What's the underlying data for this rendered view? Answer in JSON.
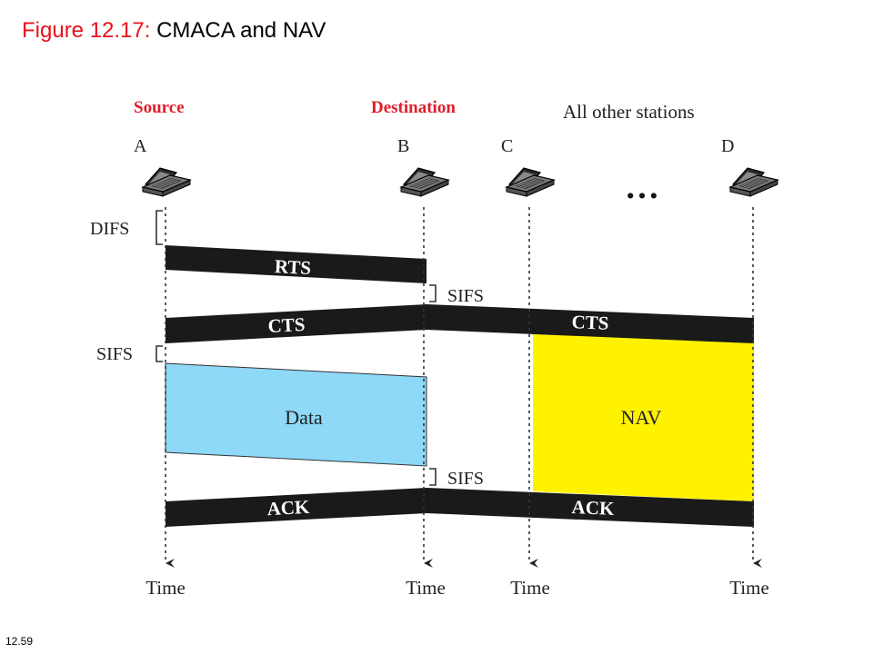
{
  "slide": {
    "figure_label": "Figure 12.17:",
    "figure_title": "CMACA and NAV",
    "page_number": "12.59"
  },
  "roles": {
    "source": "Source",
    "destination": "Destination",
    "others": "All other stations"
  },
  "stations": {
    "a": "A",
    "b": "B",
    "c": "C",
    "d": "D",
    "ellipsis": "…"
  },
  "intervals": {
    "difs": "DIFS",
    "sifs_1": "SIFS",
    "sifs_2": "SIFS",
    "sifs_3": "SIFS"
  },
  "frames": {
    "rts": "RTS",
    "cts_source": "CTS",
    "cts_others": "CTS",
    "data": "Data",
    "nav": "NAV",
    "ack_source": "ACK",
    "ack_others": "ACK"
  },
  "time_labels": {
    "a": "Time",
    "b": "Time",
    "c": "Time",
    "d": "Time"
  },
  "colors": {
    "title_red": "#e8101a",
    "role_red": "#e11d2a",
    "frame_black": "#1a1a1a",
    "data_blue": "#8ed8f8",
    "nav_yellow": "#fff200"
  }
}
